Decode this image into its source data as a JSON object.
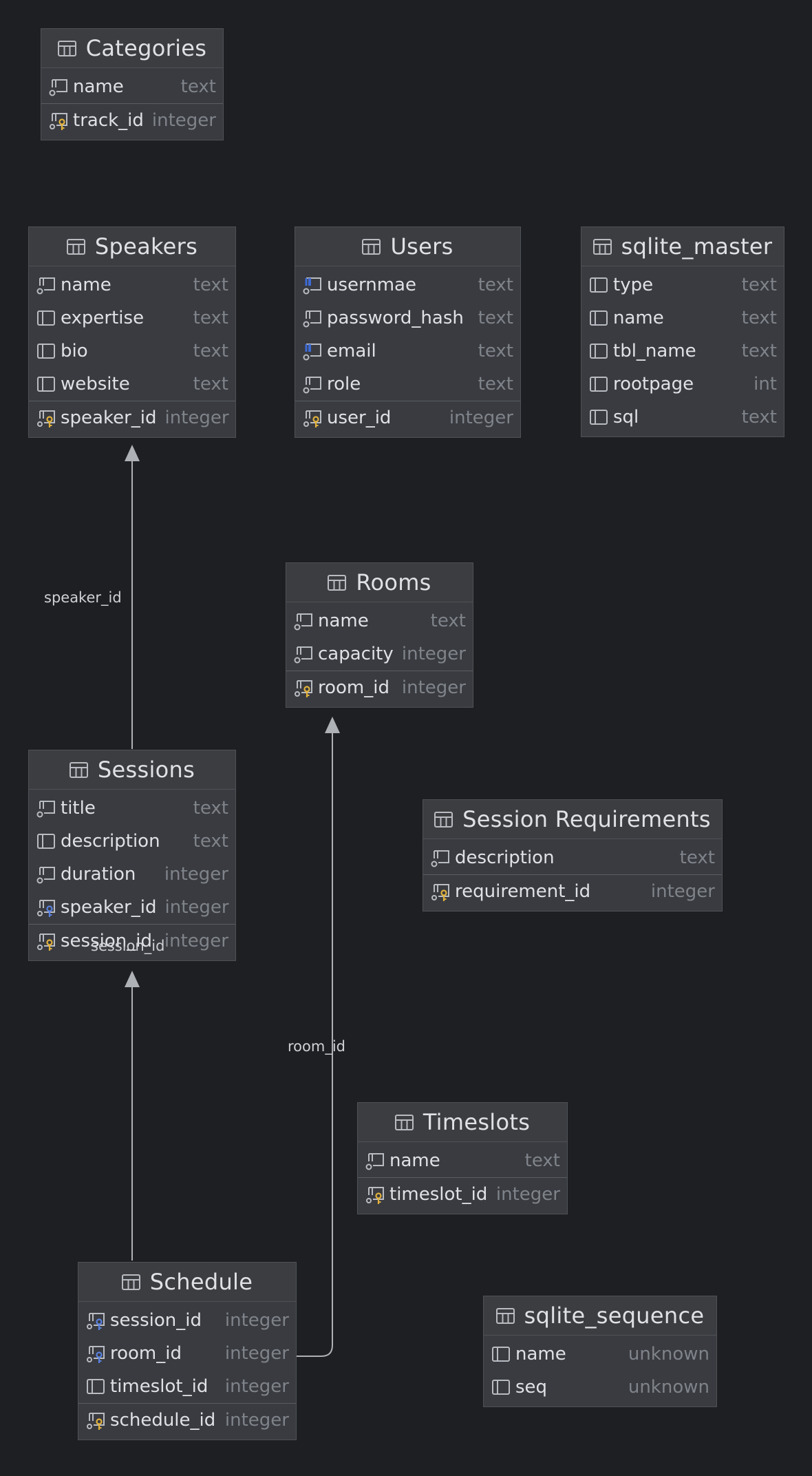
{
  "tables": {
    "categories": {
      "title": "Categories",
      "columns": [
        {
          "name": "name",
          "type": "text",
          "icon": "nullable-column-icon"
        },
        {
          "name": "track_id",
          "type": "integer",
          "icon": "primary-key-icon"
        }
      ]
    },
    "speakers": {
      "title": "Speakers",
      "columns": [
        {
          "name": "name",
          "type": "text",
          "icon": "nullable-column-icon"
        },
        {
          "name": "expertise",
          "type": "text",
          "icon": "column-icon"
        },
        {
          "name": "bio",
          "type": "text",
          "icon": "column-icon"
        },
        {
          "name": "website",
          "type": "text",
          "icon": "column-icon"
        },
        {
          "name": "speaker_id",
          "type": "integer",
          "icon": "primary-key-icon"
        }
      ]
    },
    "users": {
      "title": "Users",
      "columns": [
        {
          "name": "usernmae",
          "type": "text",
          "icon": "unique-column-icon"
        },
        {
          "name": "password_hash",
          "type": "text",
          "icon": "nullable-column-icon"
        },
        {
          "name": "email",
          "type": "text",
          "icon": "unique-column-icon"
        },
        {
          "name": "role",
          "type": "text",
          "icon": "nullable-column-icon"
        },
        {
          "name": "user_id",
          "type": "integer",
          "icon": "primary-key-icon"
        }
      ]
    },
    "sqlite_master": {
      "title": "sqlite_master",
      "columns": [
        {
          "name": "type",
          "type": "text",
          "icon": "column-icon"
        },
        {
          "name": "name",
          "type": "text",
          "icon": "column-icon"
        },
        {
          "name": "tbl_name",
          "type": "text",
          "icon": "column-icon"
        },
        {
          "name": "rootpage",
          "type": "int",
          "icon": "column-icon"
        },
        {
          "name": "sql",
          "type": "text",
          "icon": "column-icon"
        }
      ]
    },
    "rooms": {
      "title": "Rooms",
      "columns": [
        {
          "name": "name",
          "type": "text",
          "icon": "nullable-column-icon"
        },
        {
          "name": "capacity",
          "type": "integer",
          "icon": "nullable-column-icon"
        },
        {
          "name": "room_id",
          "type": "integer",
          "icon": "primary-key-icon"
        }
      ]
    },
    "sessions": {
      "title": "Sessions",
      "columns": [
        {
          "name": "title",
          "type": "text",
          "icon": "nullable-column-icon"
        },
        {
          "name": "description",
          "type": "text",
          "icon": "column-icon"
        },
        {
          "name": "duration",
          "type": "integer",
          "icon": "nullable-column-icon"
        },
        {
          "name": "speaker_id",
          "type": "integer",
          "icon": "foreign-key-icon"
        },
        {
          "name": "session_id",
          "type": "integer",
          "icon": "primary-key-icon"
        }
      ]
    },
    "session_requirements": {
      "title": "Session Requirements",
      "columns": [
        {
          "name": "description",
          "type": "text",
          "icon": "nullable-column-icon"
        },
        {
          "name": "requirement_id",
          "type": "integer",
          "icon": "primary-key-icon"
        }
      ]
    },
    "timeslots": {
      "title": "Timeslots",
      "columns": [
        {
          "name": "name",
          "type": "text",
          "icon": "nullable-column-icon"
        },
        {
          "name": "timeslot_id",
          "type": "integer",
          "icon": "primary-key-icon"
        }
      ]
    },
    "schedule": {
      "title": "Schedule",
      "columns": [
        {
          "name": "session_id",
          "type": "integer",
          "icon": "foreign-key-icon"
        },
        {
          "name": "room_id",
          "type": "integer",
          "icon": "foreign-key-icon"
        },
        {
          "name": "timeslot_id",
          "type": "integer",
          "icon": "column-icon"
        },
        {
          "name": "schedule_id",
          "type": "integer",
          "icon": "primary-key-icon"
        }
      ]
    },
    "sqlite_sequence": {
      "title": "sqlite_sequence",
      "columns": [
        {
          "name": "name",
          "type": "unknown",
          "icon": "column-icon"
        },
        {
          "name": "seq",
          "type": "unknown",
          "icon": "column-icon"
        }
      ]
    }
  },
  "relations": [
    {
      "from": "Sessions",
      "to": "Speakers",
      "label": "speaker_id"
    },
    {
      "from": "Schedule",
      "to": "Sessions",
      "label": "session_id"
    },
    {
      "from": "Schedule",
      "to": "Rooms",
      "label": "room_id"
    }
  ],
  "colors": {
    "background": "#1e1f22",
    "primary_key": "#e2b23c",
    "foreign_key": "#5a82e0",
    "unique": "#3d6ad6"
  }
}
